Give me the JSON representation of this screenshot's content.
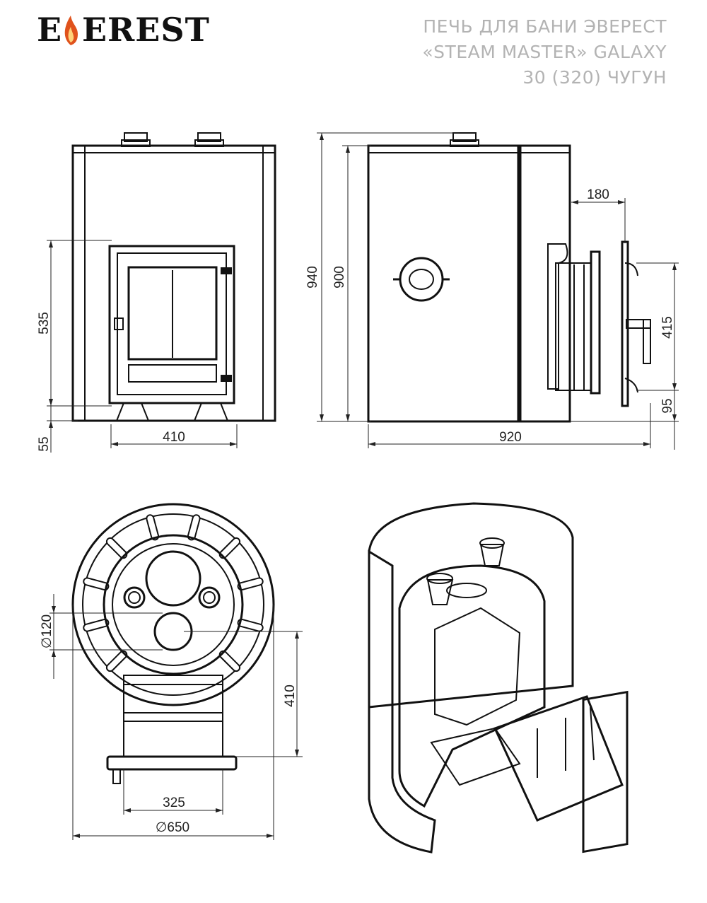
{
  "brand": {
    "logo_text": "EVEREST"
  },
  "title": {
    "line1": "ПЕЧЬ ДЛЯ БАНИ ЭВЕРЕСТ",
    "line2": "«STEAM MASTER» GALAXY",
    "line3": "30 (320) ЧУГУН"
  },
  "dimensions": {
    "front": {
      "door_height": "535",
      "leg": "55",
      "width": "410"
    },
    "side": {
      "overall_height": "940",
      "body_height": "900",
      "depth": "920",
      "door_offset": "180",
      "door_height": "415",
      "door_base": "95"
    },
    "top": {
      "pipe_diameter": "∅120",
      "firebox_length": "410",
      "door_width": "325",
      "diameter": "∅650"
    }
  },
  "colors": {
    "line": "#111111",
    "title_gray": "#b3b3b3",
    "flame": "#e0521c",
    "cutaway_fill": "#b9b2ad"
  }
}
